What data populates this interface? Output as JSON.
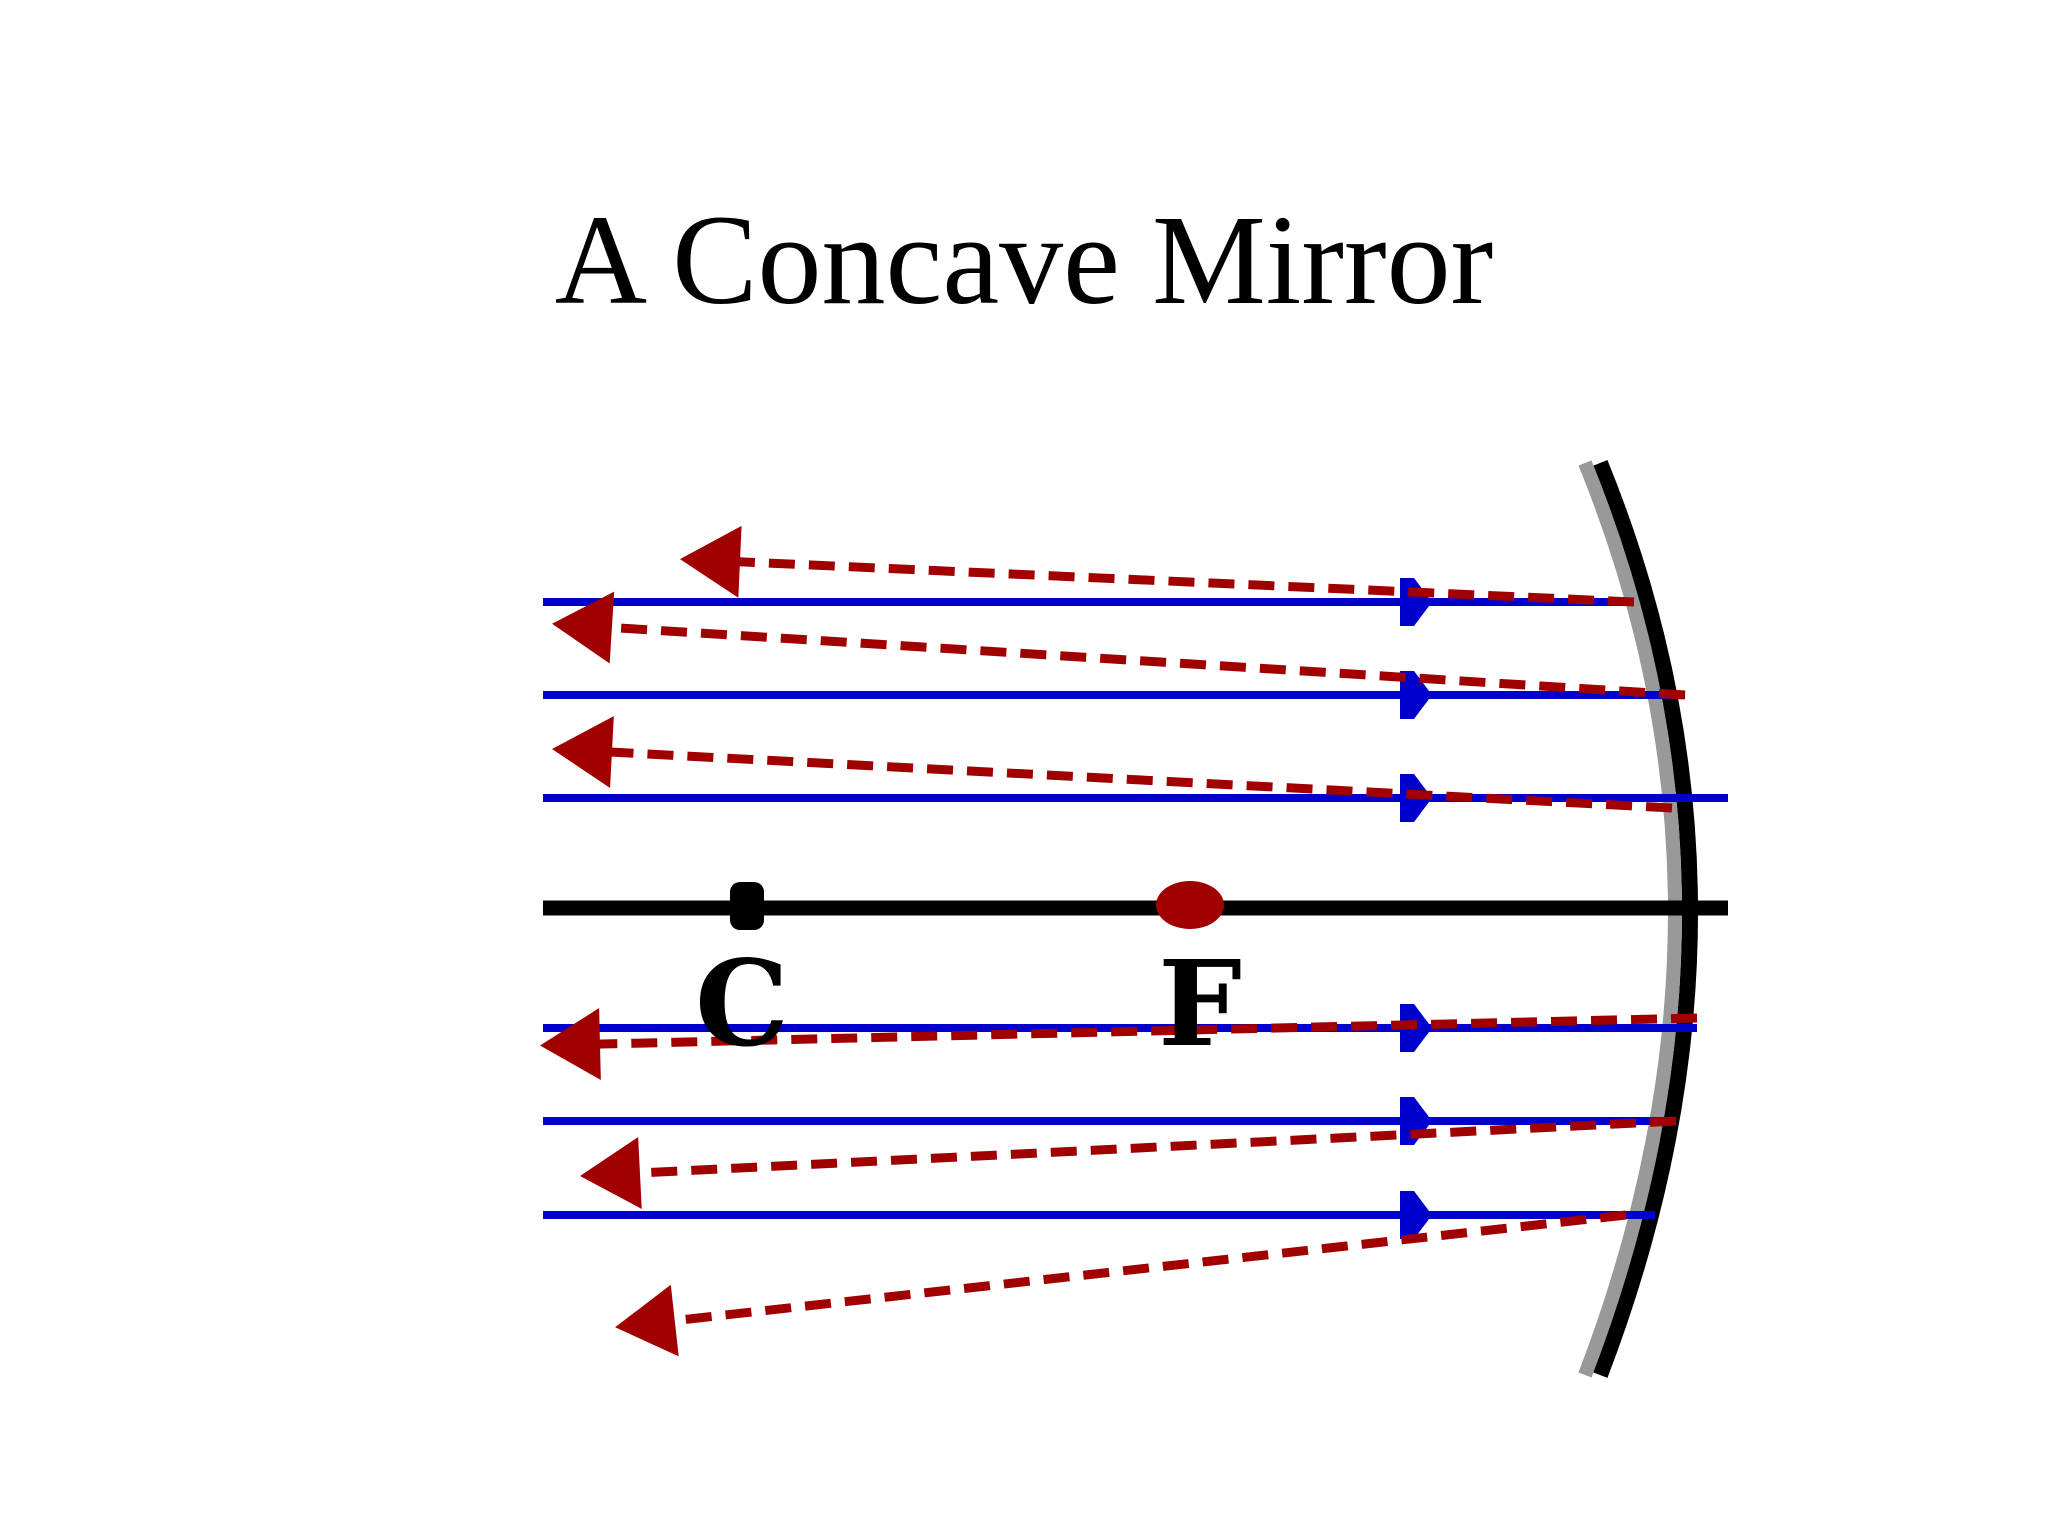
{
  "title": "A Concave Mirror",
  "labels": {
    "center_of_curvature": "C",
    "focal_point": "F"
  },
  "colors": {
    "incident_ray": "#0000CC",
    "reflected_ray": "#A00000",
    "axis": "#000000",
    "mirror_back": "#000000",
    "mirror_face": "#999999"
  },
  "incident_rays": 6,
  "reflected_rays": 6
}
